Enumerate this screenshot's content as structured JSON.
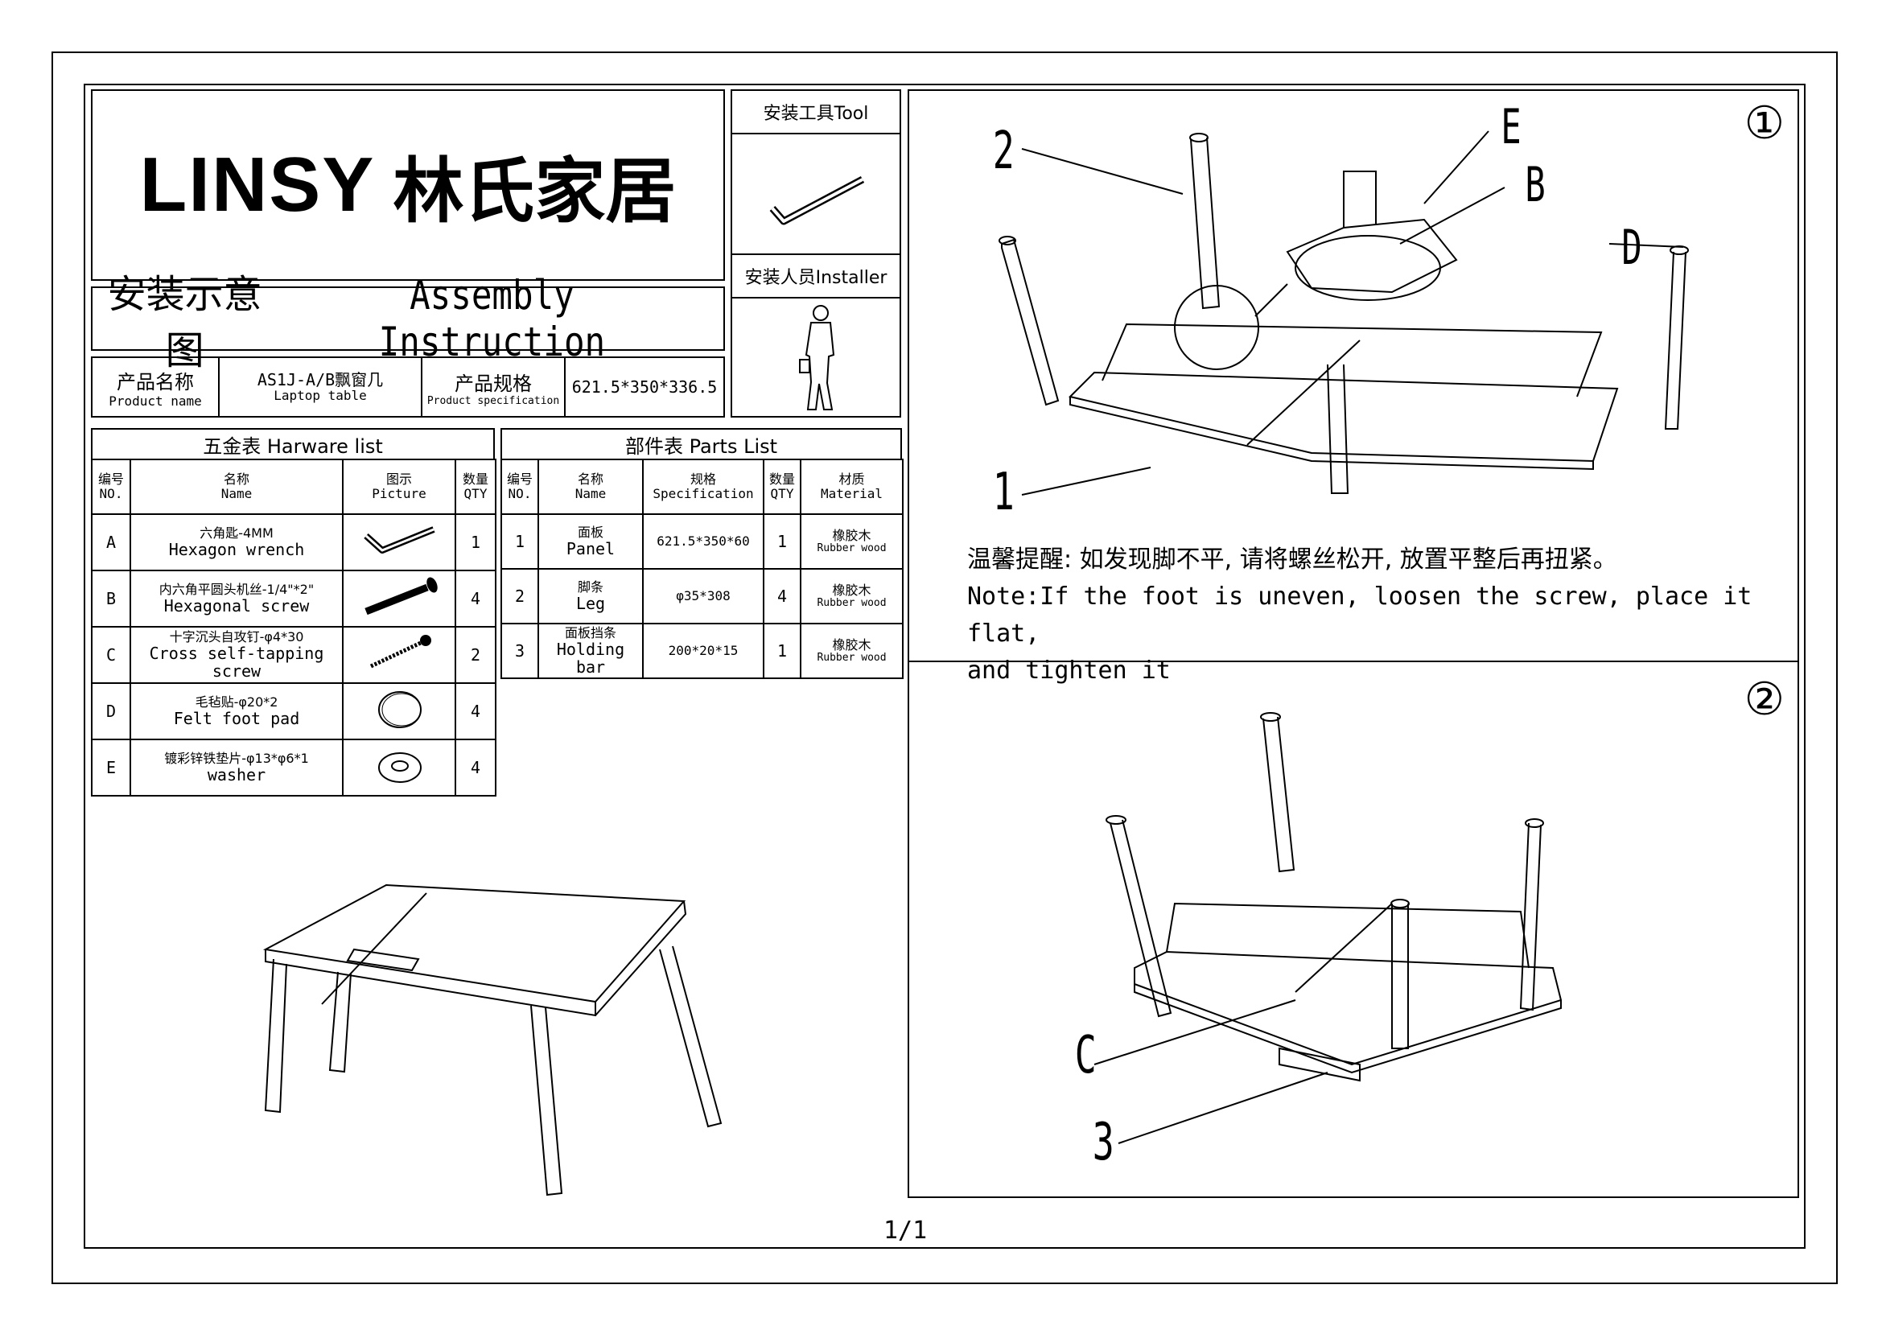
{
  "brand": {
    "latin": "LINSY",
    "chinese": "林氏家居"
  },
  "title": {
    "cn": "安装示意图",
    "en": "Assembly Instruction"
  },
  "tool": {
    "header": "安装工具Tool",
    "icon": "hex-wrench-icon"
  },
  "installer": {
    "header": "安装人员Installer",
    "icon": "person-with-toolbox-icon"
  },
  "product": {
    "name_label_cn": "产品名称",
    "name_label_en": "Product name",
    "name_value": "AS1J-A/B飘窗几",
    "name_value_en": "Laptop table",
    "spec_label_cn": "产品规格",
    "spec_label_en": "Product specification",
    "spec_value": "621.5*350*336.5"
  },
  "hardware": {
    "title": "五金表 Harware list",
    "headers": [
      {
        "cn": "编号",
        "en": "NO."
      },
      {
        "cn": "名称",
        "en": "Name"
      },
      {
        "cn": "图示",
        "en": "Picture"
      },
      {
        "cn": "数量",
        "en": "QTY"
      }
    ],
    "rows": [
      {
        "no": "A",
        "cn": "六角匙-4MM",
        "en": "Hexagon wrench",
        "qty": "1",
        "icon": "hex-wrench-icon"
      },
      {
        "no": "B",
        "cn": "内六角平圆头机丝-1/4\"*2\"",
        "en": "Hexagonal screw",
        "qty": "4",
        "icon": "hex-screw-icon"
      },
      {
        "no": "C",
        "cn": "十字沉头自攻钉-φ4*30",
        "en": "Cross self-tapping screw",
        "qty": "2",
        "icon": "self-tapping-screw-icon"
      },
      {
        "no": "D",
        "cn": "毛毡贴-φ20*2",
        "en": "Felt foot pad",
        "qty": "4",
        "icon": "felt-pad-icon"
      },
      {
        "no": "E",
        "cn": "镀彩锌铁垫片-φ13*φ6*1",
        "en": "washer",
        "qty": "4",
        "icon": "washer-icon"
      }
    ]
  },
  "parts": {
    "title": "部件表 Parts List",
    "headers": [
      {
        "cn": "编号",
        "en": "NO."
      },
      {
        "cn": "名称",
        "en": "Name"
      },
      {
        "cn": "规格",
        "en": "Specification"
      },
      {
        "cn": "数量",
        "en": "QTY"
      },
      {
        "cn": "材质",
        "en": "Material"
      }
    ],
    "rows": [
      {
        "no": "1",
        "cn": "面板",
        "en": "Panel",
        "spec": "621.5*350*60",
        "qty": "1",
        "mat_cn": "橡胶木",
        "mat_en": "Rubber wood"
      },
      {
        "no": "2",
        "cn": "脚条",
        "en": "Leg",
        "spec": "φ35*308",
        "qty": "4",
        "mat_cn": "橡胶木",
        "mat_en": "Rubber wood"
      },
      {
        "no": "3",
        "cn": "面板挡条",
        "en": "Holding bar",
        "spec": "200*20*15",
        "qty": "1",
        "mat_cn": "橡胶木",
        "mat_en": "Rubber wood"
      }
    ]
  },
  "step1": {
    "number": "①",
    "labels": {
      "one": "1",
      "two": "2",
      "e": "E",
      "b": "B",
      "d": "D"
    },
    "note_cn": "温馨提醒: 如发现脚不平, 请将螺丝松开, 放置平整后再扭紧。",
    "note_en_1": "Note:If the foot is uneven, loosen the screw, place it flat,",
    "note_en_2": "and tighten it"
  },
  "step2": {
    "number": "②",
    "labels": {
      "c": "C",
      "three": "3"
    }
  },
  "page_number": "1/1"
}
